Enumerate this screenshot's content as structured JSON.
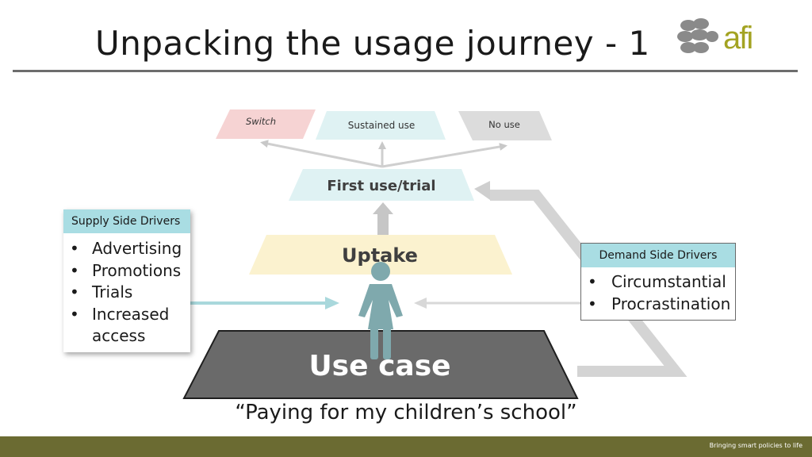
{
  "slide": {
    "title": "Unpacking the usage journey - 1",
    "logo_text": "afi",
    "footer_tagline": "Bringing smart policies to life",
    "caption": "“Paying for my children’s school”"
  },
  "diagram": {
    "outcomes": {
      "switch": "Switch",
      "sustained_use": "Sustained use",
      "no_use": "No use"
    },
    "first_use": "First use/trial",
    "uptake": "Uptake",
    "use_case": "Use case"
  },
  "supply_side": {
    "heading": "Supply Side Drivers",
    "items": [
      "Advertising",
      "Promotions",
      "Trials",
      "Increased access"
    ]
  },
  "demand_side": {
    "heading": "Demand Side Drivers",
    "items": [
      "Circumstantial",
      "Procrastination"
    ]
  },
  "colors": {
    "switch_fill": "#f6d3d3",
    "sustained_fill": "#dff2f3",
    "no_use_fill": "#dcdcdc",
    "first_use_fill": "#dff2f3",
    "uptake_fill": "#fbf2cf",
    "use_case_fill": "#6a6a6a",
    "driver_header": "#a9dde3",
    "footer": "#6b6b32",
    "logo_accent": "#a3a322"
  }
}
